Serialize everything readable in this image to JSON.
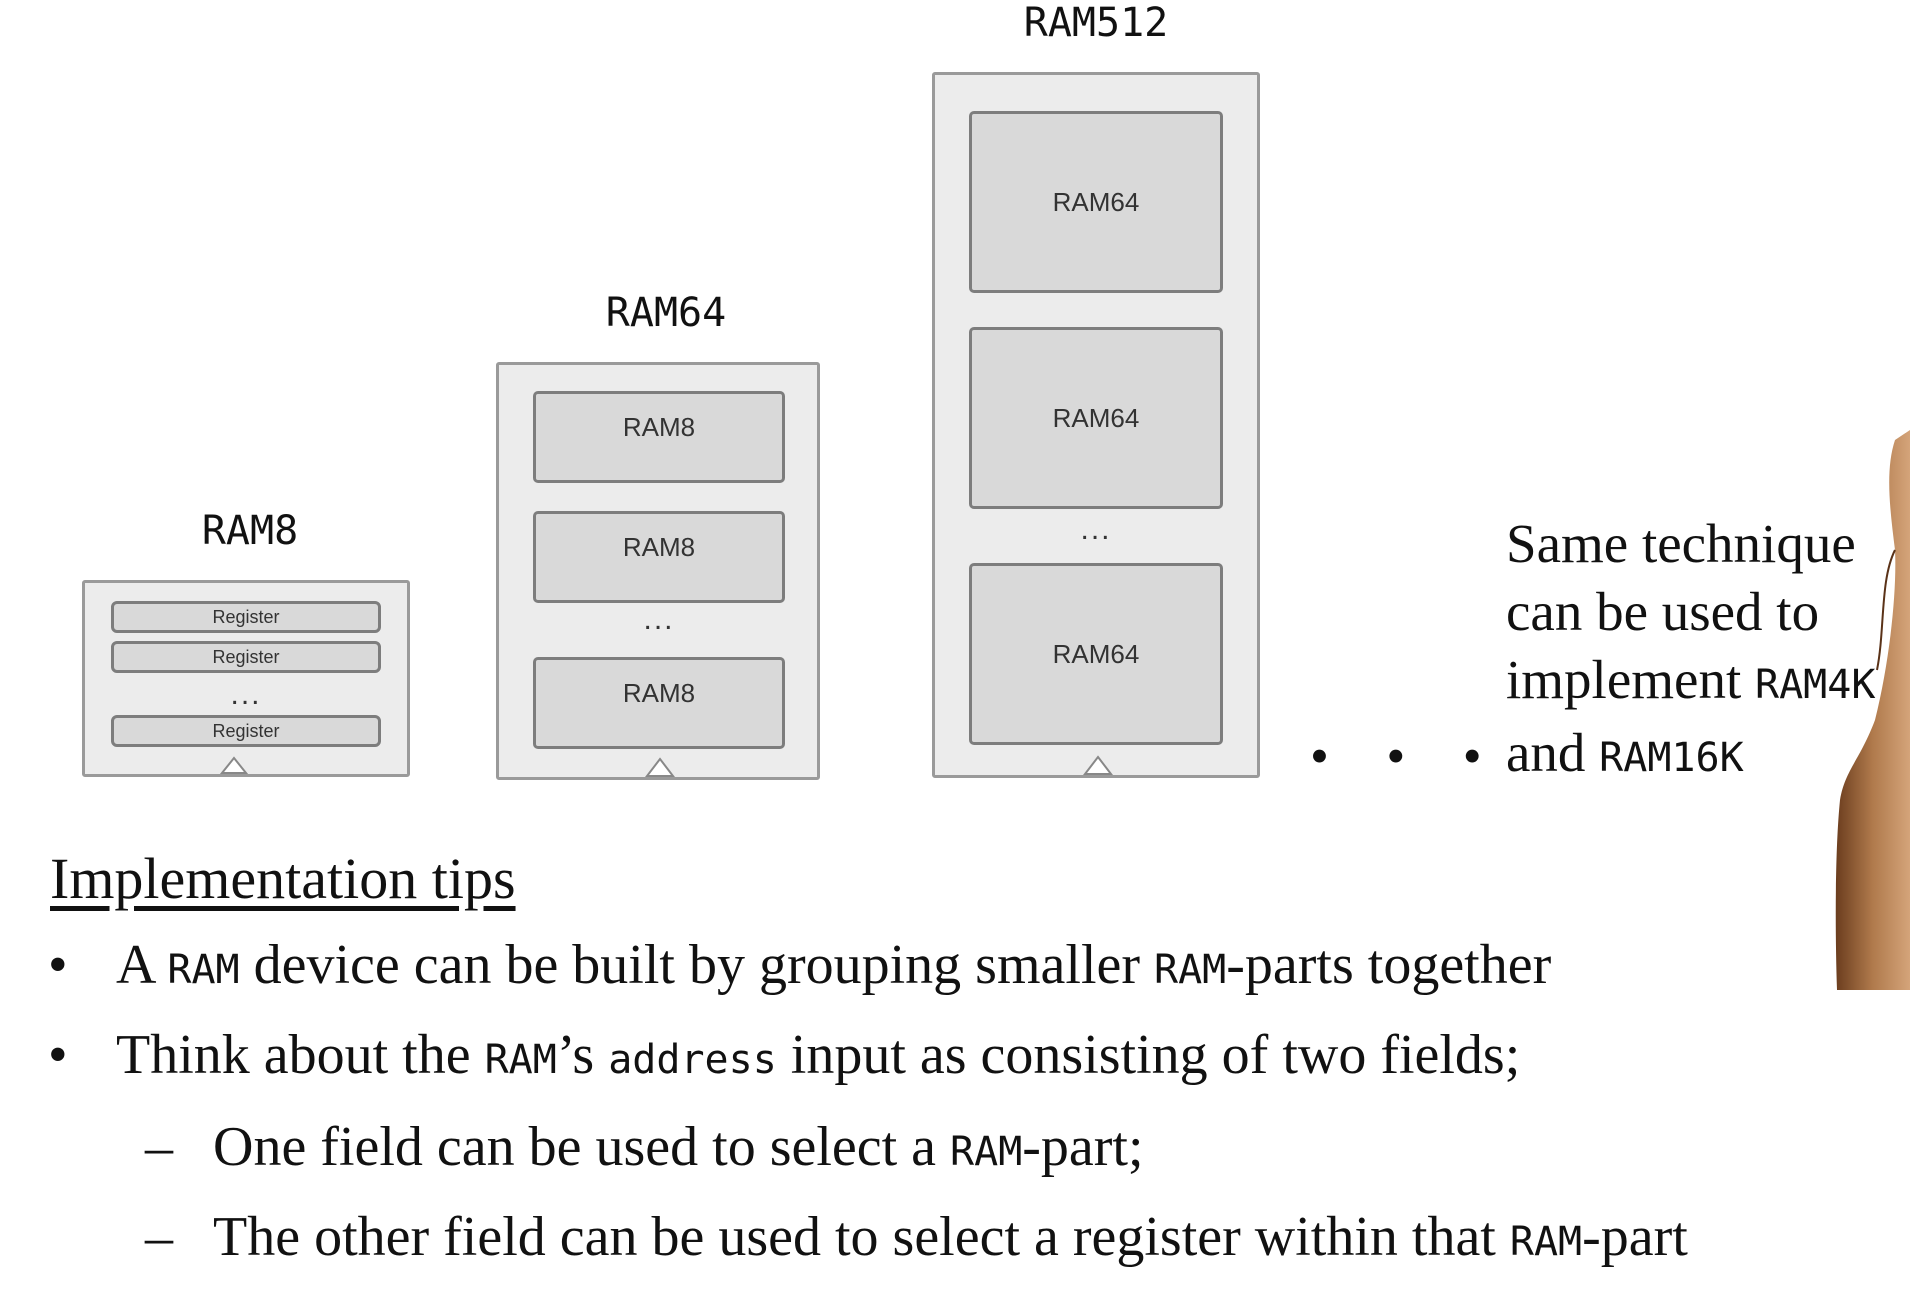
{
  "diagram": {
    "ram8": {
      "title": "RAM8",
      "parts": [
        "Register",
        "Register",
        "Register"
      ],
      "ellipsis": "..."
    },
    "ram64": {
      "title": "RAM64",
      "parts": [
        "RAM8",
        "RAM8",
        "RAM8"
      ],
      "ellipsis": "..."
    },
    "ram512": {
      "title": "RAM512",
      "parts": [
        "RAM64",
        "RAM64",
        "RAM64"
      ],
      "ellipsis": "..."
    },
    "continuation": "• • •",
    "side_note": {
      "line1": "Same technique",
      "line2": "can be used to",
      "line3_text": "implement ",
      "line3_code": "RAM4K",
      "line4_text": "and ",
      "line4_code": "RAM16K"
    }
  },
  "tips": {
    "heading": "Implementation tips",
    "bullet_marker": "•",
    "dash_marker": "–",
    "b1": {
      "t1": "A ",
      "c1": "RAM",
      "t2": " device can be built by grouping smaller ",
      "c2": "RAM",
      "t3": "-parts together"
    },
    "b2": {
      "t1": "Think about the ",
      "c1": "RAM",
      "t2": "’s ",
      "c2": "address",
      "t3": " input as consisting of two fields;"
    },
    "s1": {
      "t1": "One field can be used to select a ",
      "c1": "RAM",
      "t2": "-part;"
    },
    "s2": {
      "t1": "The other field can be used to select a register within that ",
      "c1": "RAM",
      "t2": "-part"
    }
  }
}
